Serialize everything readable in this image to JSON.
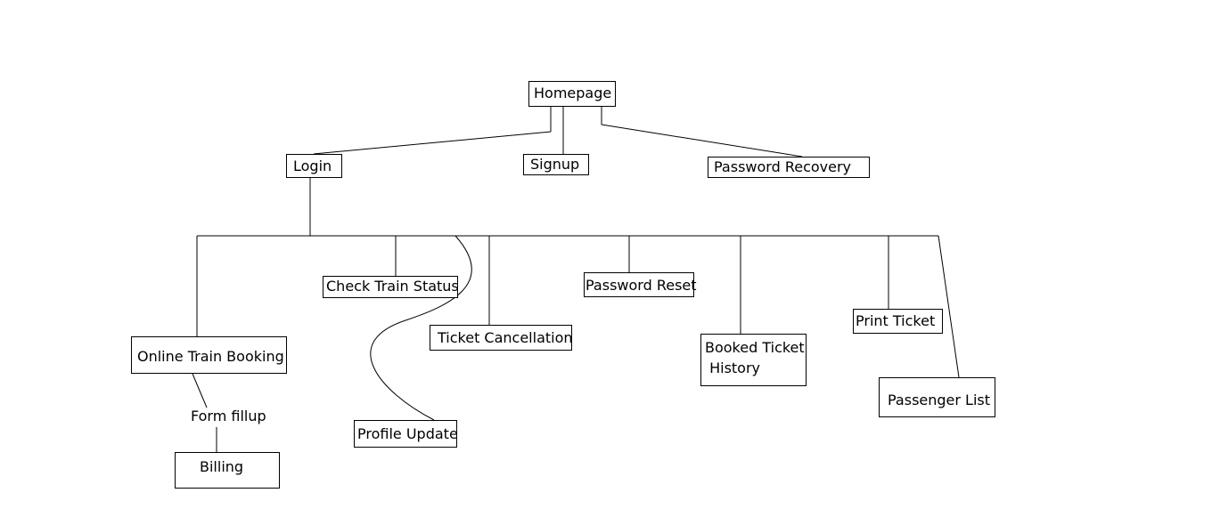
{
  "diagram": {
    "nodes": {
      "homepage": "Homepage",
      "login": "Login",
      "signup": "Signup",
      "password_recovery": "Password Recovery",
      "check_train_status": "Check Train Status",
      "password_reset": "Password Reset",
      "online_train_booking": "Online Train Booking",
      "ticket_cancellation": "Ticket Cancellation",
      "booked_ticket_history": "Booked Ticket\n History",
      "print_ticket": "Print Ticket",
      "passenger_list": "Passenger List",
      "profile_update": "Profile Update",
      "form_fillup": "Form fillup",
      "billing": "Billing"
    },
    "edges": [
      [
        "homepage",
        "login"
      ],
      [
        "homepage",
        "signup"
      ],
      [
        "homepage",
        "password_recovery"
      ],
      [
        "login",
        "online_train_booking"
      ],
      [
        "login",
        "check_train_status"
      ],
      [
        "login",
        "profile_update"
      ],
      [
        "login",
        "ticket_cancellation"
      ],
      [
        "login",
        "password_reset"
      ],
      [
        "login",
        "booked_ticket_history"
      ],
      [
        "login",
        "print_ticket"
      ],
      [
        "login",
        "passenger_list"
      ],
      [
        "online_train_booking",
        "form_fillup"
      ],
      [
        "form_fillup",
        "billing"
      ]
    ],
    "line_color": "#000000",
    "box_border_color": "#000000",
    "background_color": "#ffffff"
  }
}
